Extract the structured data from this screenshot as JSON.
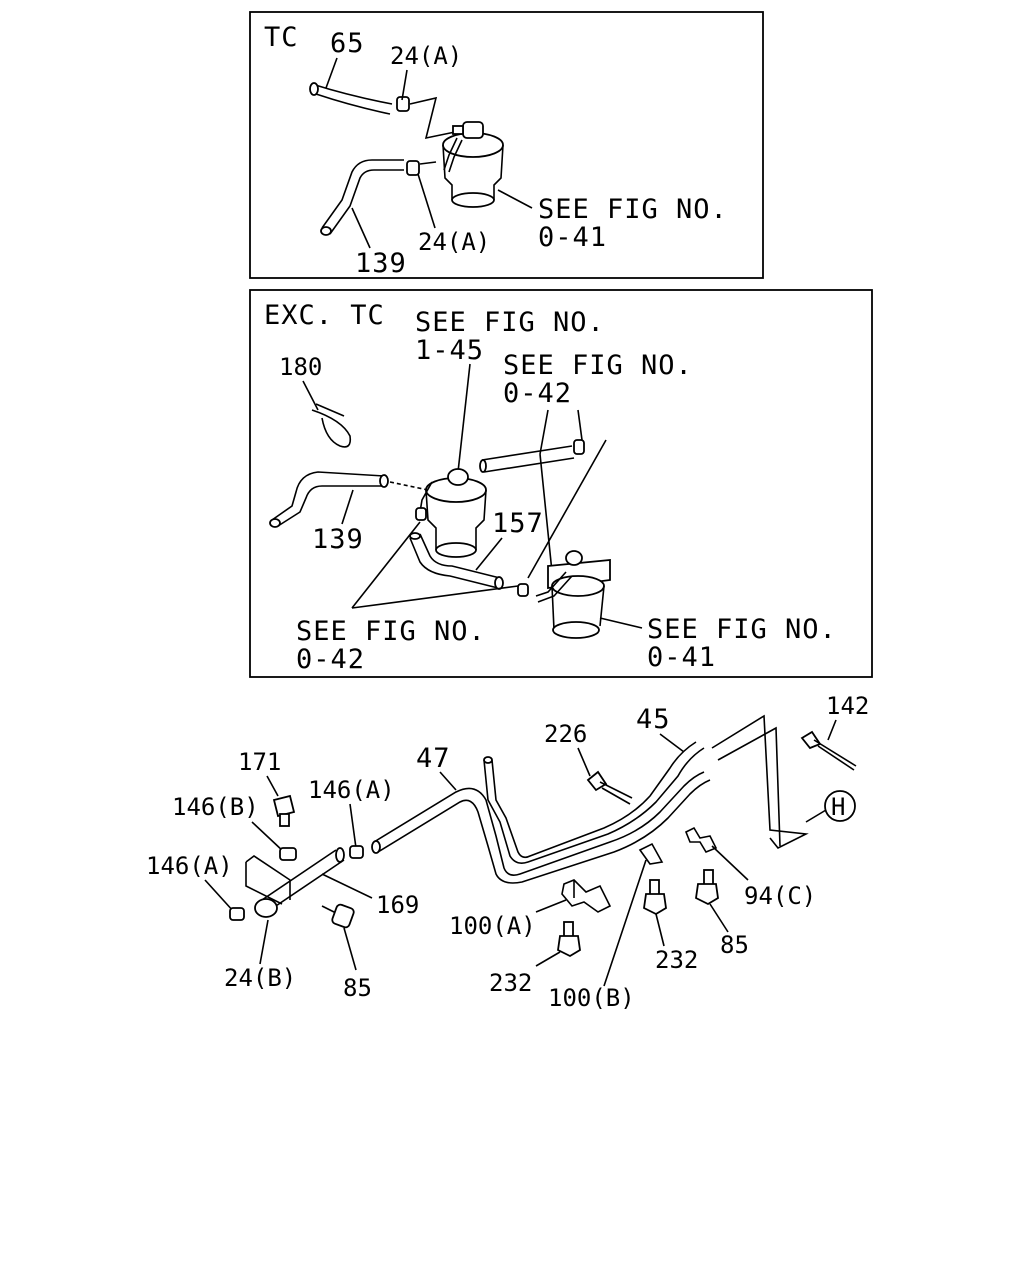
{
  "tc_section": {
    "title": "TC",
    "labels": {
      "hose_65": "65",
      "clip_top": "24(A)",
      "clip_bottom": "24(A)",
      "hose_139": "139",
      "see_fig_line1": "SEE FIG NO.",
      "see_fig_line2": "0-41"
    }
  },
  "exc_tc_section": {
    "title": "EXC. TC",
    "labels": {
      "see_fig_145_line1": "SEE FIG NO.",
      "see_fig_145_line2": "1-45",
      "see_fig_042_top_line1": "SEE FIG NO.",
      "see_fig_042_top_line2": "0-42",
      "band_180": "180",
      "hose_139": "139",
      "hose_157": "157",
      "see_fig_042_bottom_line1": "SEE FIG NO.",
      "see_fig_042_bottom_line2": "0-42",
      "see_fig_041_line1": "SEE FIG NO.",
      "see_fig_041_line2": "0-41"
    }
  },
  "main_assembly": {
    "labels": {
      "p171": "171",
      "p146b": "146(B)",
      "p146a_top": "146(A)",
      "p47": "47",
      "p226": "226",
      "p45": "45",
      "p142": "142",
      "p146a_left": "146(A)",
      "p169": "169",
      "p24b": "24(B)",
      "p85_left": "85",
      "p100a": "100(A)",
      "p232_left": "232",
      "p100b": "100(B)",
      "p232_right": "232",
      "p85_right": "85",
      "p94c": "94(C)",
      "ref_h": "H"
    }
  }
}
